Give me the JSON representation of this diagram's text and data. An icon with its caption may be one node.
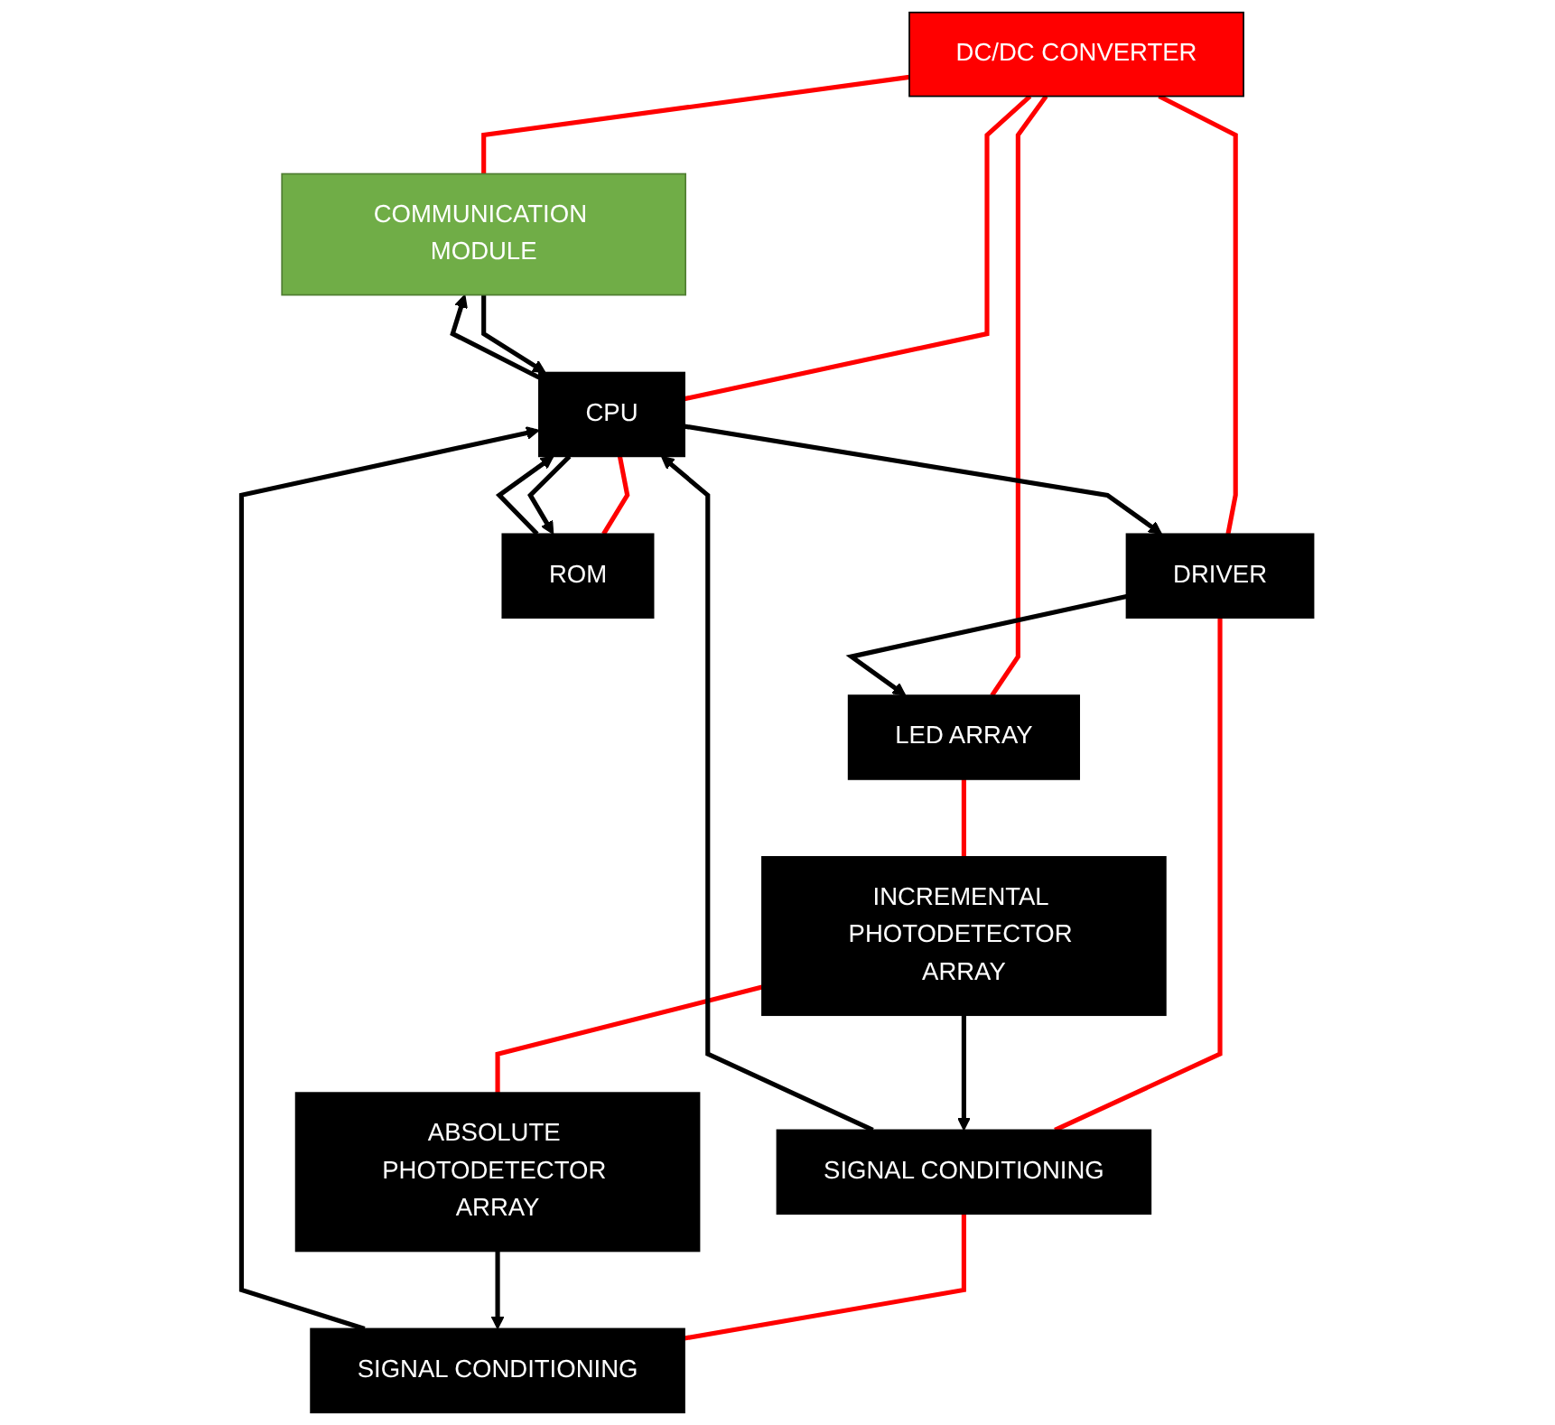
{
  "diagram": {
    "nodes": [
      {
        "text": [
          "DC/DC CONVERTER"
        ]
      },
      {
        "text": [
          "COMMUNICATION MODULE"
        ]
      },
      {
        "text": [
          "CPU"
        ]
      },
      {
        "text": [
          "DRIVER"
        ]
      },
      {
        "text": [
          "LED ARRAY"
        ]
      },
      {
        "text": [
          "SIGNAL CONDITIONING"
        ]
      },
      {
        "text": [
          "INCREMENTAL PHOTODETECTOR ARRAY"
        ]
      },
      {
        "text": [
          "SIGNAL CONDITIONING"
        ]
      },
      {
        "text": [
          "ABSOLUTE PHOTODETECTOR ARRAY"
        ]
      },
      {
        "text": [
          "ROM"
        ]
      }
    ],
    "edges": [
      {
        "from": 0,
        "to": 1,
        "arrow": "none",
        "color": "#ff0000"
      },
      {
        "from": 0,
        "to": 2,
        "arrow": "none",
        "color": "#ff0000"
      },
      {
        "from": 0,
        "to": 3,
        "arrow": "none",
        "color": "#ff0000"
      },
      {
        "from": 0,
        "to": 4,
        "arrow": "none",
        "color": "#ff0000"
      },
      {
        "from": 3,
        "to": 5,
        "arrow": "none",
        "color": "#ff0000"
      },
      {
        "from": 4,
        "to": 6,
        "arrow": "none",
        "color": "#ff0000"
      },
      {
        "from": 5,
        "to": 7,
        "arrow": "none",
        "color": "#ff0000"
      },
      {
        "from": 6,
        "to": 8,
        "arrow": "none",
        "color": "#ff0000"
      },
      {
        "from": 2,
        "to": 9,
        "arrow": "none",
        "color": "#ff0000"
      },
      {
        "from": 2,
        "to": 1,
        "arrow": "to"
      },
      {
        "from": 1,
        "to": 2,
        "arrow": "to"
      },
      {
        "from": 2,
        "to": 3,
        "arrow": "to"
      },
      {
        "from": 3,
        "to": 4,
        "arrow": "to"
      },
      {
        "from": 5,
        "to": 2,
        "arrow": "to"
      },
      {
        "from": 6,
        "to": 5,
        "arrow": "to"
      },
      {
        "from": 7,
        "to": 2,
        "arrow": "to"
      },
      {
        "from": 8,
        "to": 7,
        "arrow": "to"
      },
      {
        "from": 9,
        "to": 2,
        "arrow": "to"
      },
      {
        "from": 2,
        "to": 9,
        "arrow": "to"
      }
    ]
  }
}
